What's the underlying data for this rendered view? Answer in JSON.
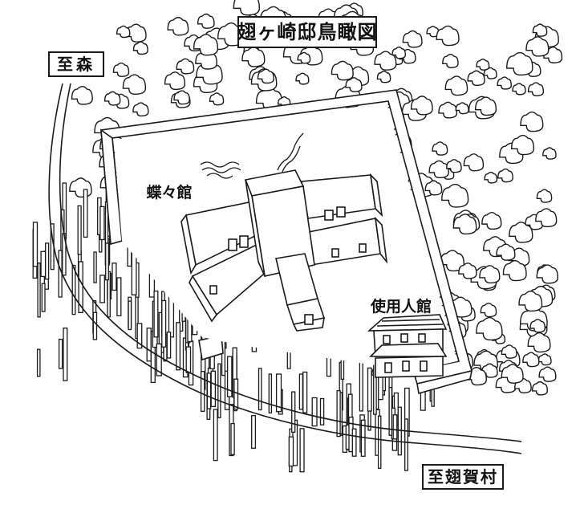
{
  "map": {
    "title": "翅ヶ崎邸鳥瞰図",
    "labels": {
      "to_forest": "至森",
      "butterfly_mansion": "蝶々館",
      "servants_quarters": "使用人館",
      "to_village": "至翅賀村"
    }
  },
  "colors": {
    "ink": "#1a1a1a",
    "paper": "#ffffff"
  }
}
